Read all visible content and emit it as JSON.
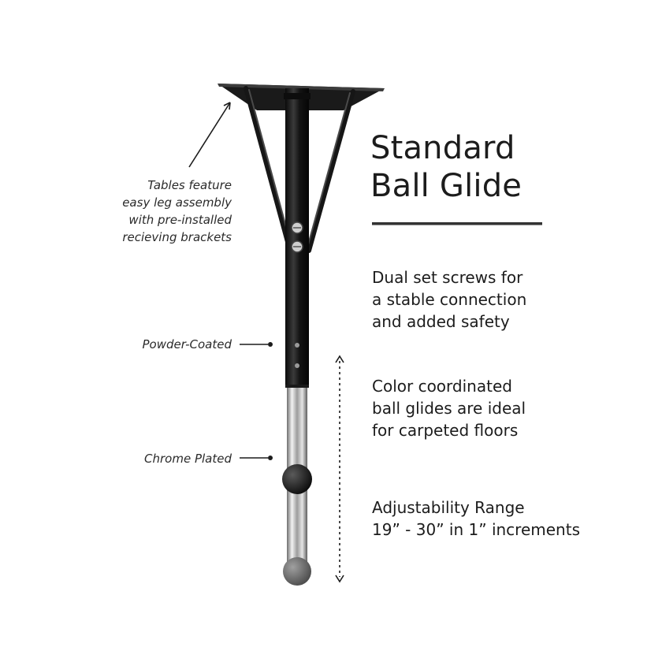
{
  "heading": {
    "line1": "Standard",
    "line2": "Ball Glide"
  },
  "features": [
    {
      "lines": [
        "Dual set screws for",
        "a stable connection",
        "and added safety"
      ]
    },
    {
      "lines": [
        "Color coordinated",
        "ball glides are ideal",
        "for carpeted floors"
      ]
    },
    {
      "lines": [
        "Adjustability Range",
        "19” - 30” in 1” increments"
      ]
    }
  ],
  "callouts": {
    "assembly": [
      "Tables feature",
      "easy leg assembly",
      "with pre-installed",
      "recieving brackets"
    ],
    "powder": "Powder-Coated",
    "chrome": "Chrome Plated"
  },
  "colors": {
    "text": "#1c1c1c",
    "leg_black": "#151515",
    "chrome": "#b8b8b8",
    "glide_gray": "#6f6f6f"
  }
}
